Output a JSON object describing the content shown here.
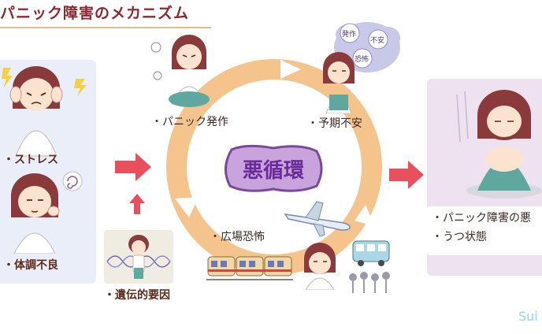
{
  "title": "パニック障害のメカニズム",
  "causes": {
    "stress": "・ストレス",
    "poor_health": "・体調不良",
    "genetic": "・遺伝的要因"
  },
  "cycle": {
    "center": "悪循環",
    "panic_attack": "・パニック発作",
    "anticipatory_anxiety": "・予期不安",
    "agoraphobia": "・広場恐怖"
  },
  "thought_bubble": [
    "発作",
    "不安",
    "恐怖"
  ],
  "results": {
    "line1": "・パニック障害の悪",
    "line2": "・うつ状態"
  },
  "watermark": "Sui",
  "colors": {
    "title": "#8a2a30",
    "arrow": "#e8505e",
    "cycle": "#f5c48c",
    "center_fill": "#c9a4dc",
    "center_text": "#6a2a9a",
    "left_panel": "#e9eef8",
    "right_panel": "#eee2f0"
  }
}
